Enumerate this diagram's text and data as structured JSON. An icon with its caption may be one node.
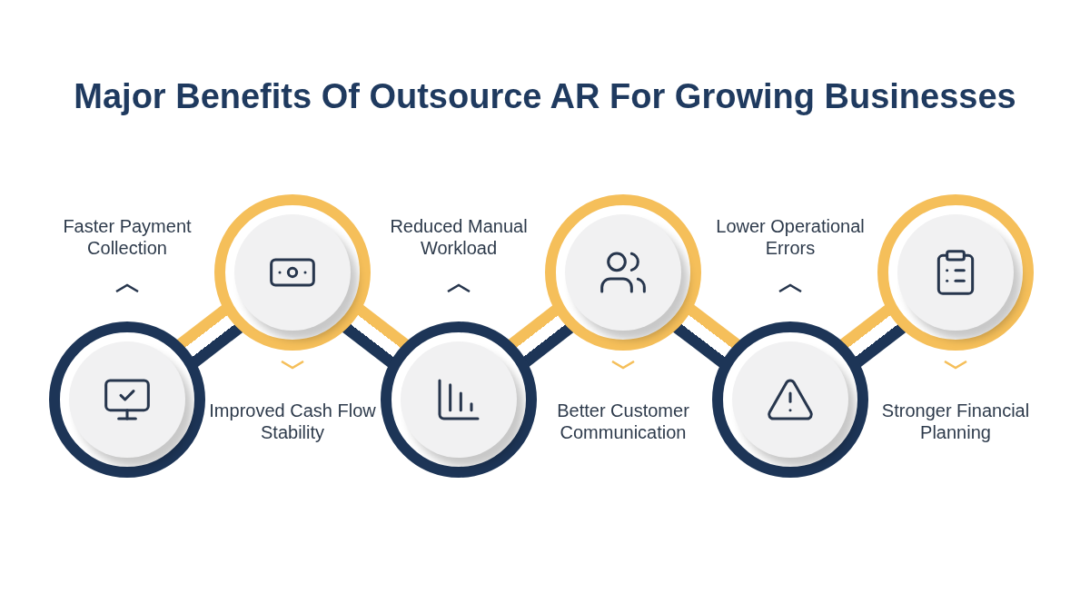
{
  "diagram": {
    "title": "Major Benefits Of Outsource AR For Growing Businesses",
    "nodes": [
      {
        "text": [],
        "shape": "circle"
      },
      {
        "text": [],
        "shape": "circle"
      },
      {
        "text": [],
        "shape": "circle"
      },
      {
        "text": [],
        "shape": "circle"
      },
      {
        "text": [],
        "shape": "circle"
      },
      {
        "text": [],
        "shape": "circle"
      }
    ],
    "edges": [
      {
        "from": 0,
        "to": 1,
        "arrow": "none"
      },
      {
        "from": 1,
        "to": 2,
        "arrow": "none"
      },
      {
        "from": 2,
        "to": 3,
        "arrow": "none"
      },
      {
        "from": 3,
        "to": 4,
        "arrow": "none"
      },
      {
        "from": 4,
        "to": 5,
        "arrow": "none"
      }
    ],
    "labels": [
      "Faster Payment Collection",
      "Reduced Manual Workload",
      "Lower Operational Errors",
      "Improved Cash Flow Stability",
      "Better Customer Communication",
      "Stronger Financial Planning"
    ]
  }
}
